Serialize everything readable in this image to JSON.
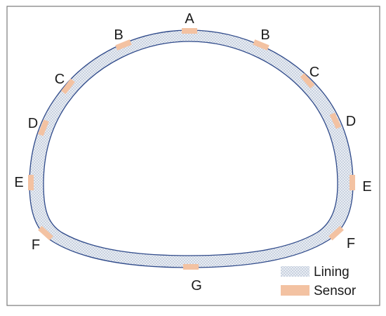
{
  "sensor_points": [
    {
      "label": "A"
    },
    {
      "label": "B"
    },
    {
      "label": "B"
    },
    {
      "label": "C"
    },
    {
      "label": "C"
    },
    {
      "label": "D"
    },
    {
      "label": "D"
    },
    {
      "label": "E"
    },
    {
      "label": "E"
    },
    {
      "label": "F"
    },
    {
      "label": "F"
    },
    {
      "label": "G"
    }
  ],
  "legend": {
    "lining_label": "Lining",
    "sensor_label": "Sensor"
  },
  "colors": {
    "border": "#7a7a7a",
    "lining_outline": "#2f4a8a",
    "lining_fill": "#d4dce8",
    "sensor": "#f3c2a2"
  }
}
